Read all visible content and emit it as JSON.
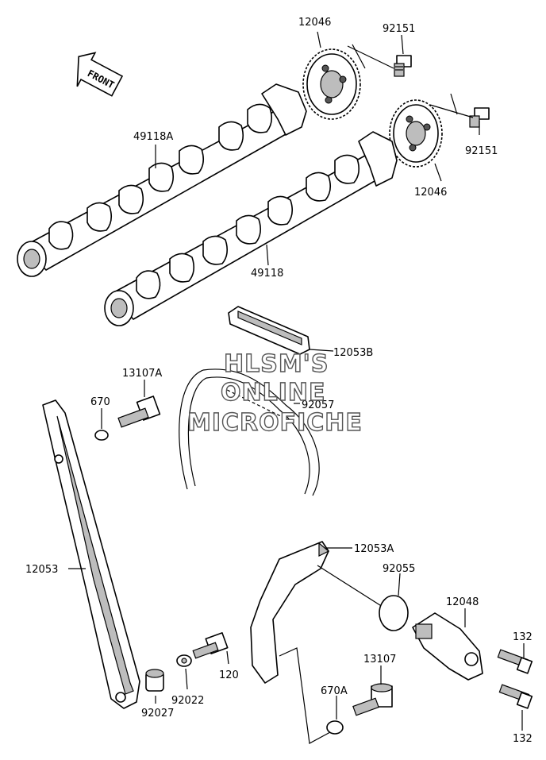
{
  "front_arrow": {
    "label": "FRONT"
  },
  "watermark": {
    "line1": "HLSM'S",
    "line2": "ONLINE",
    "line3": "MICROFICHE"
  },
  "callouts": {
    "sprocket_top": "12046",
    "bolt_top": "92151",
    "camshaft_intake": "49118A",
    "sprocket_right": "12046",
    "bolt_right": "92151",
    "camshaft_exhaust": "49118",
    "guide_top": "12053B",
    "bolt_13107a": "13107A",
    "chain": "92057",
    "oring_670": "670",
    "guide_left": "12053",
    "guide_lower": "12053A",
    "oring_92055": "92055",
    "tensioner": "12048",
    "bolt_132_top": "132",
    "bolt_132_bottom": "132",
    "bolt_13107": "13107",
    "bolt_120": "120",
    "washer_92022": "92022",
    "collar_92027": "92027",
    "oring_670a": "670A"
  }
}
